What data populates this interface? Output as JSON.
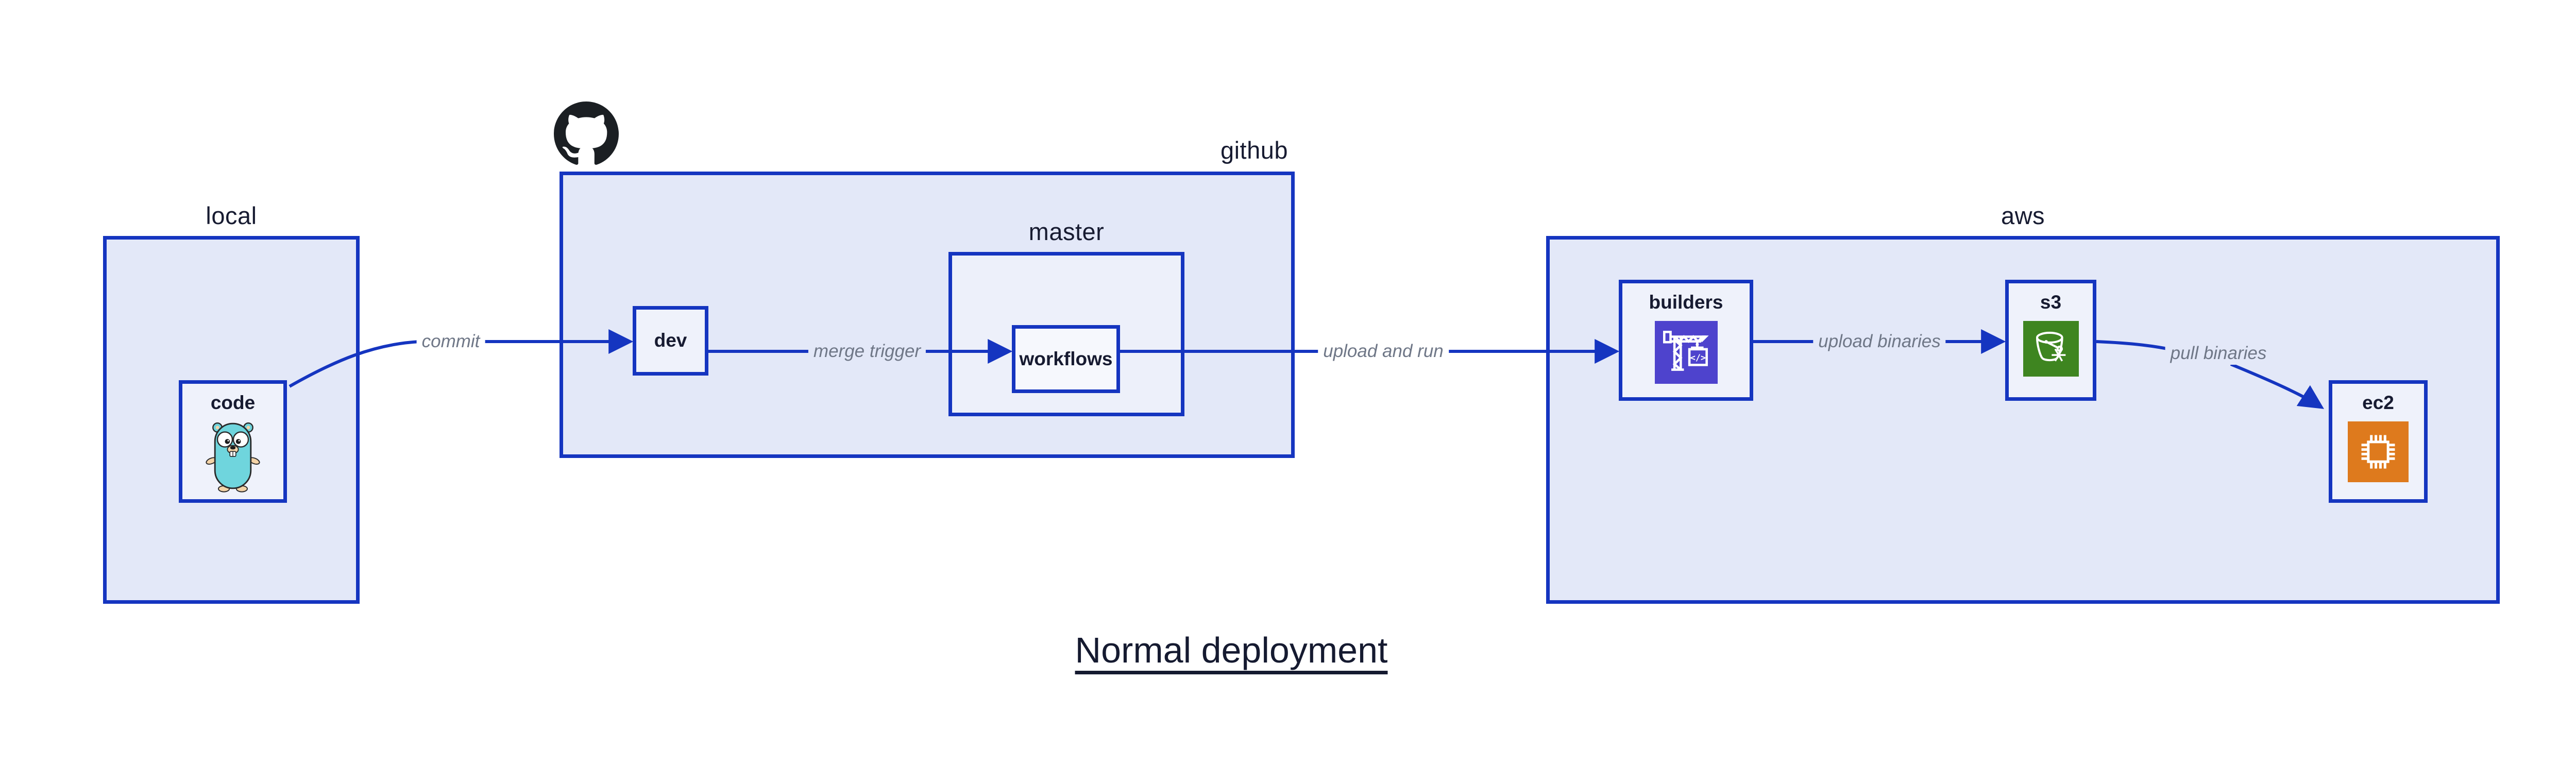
{
  "title": "Normal deployment",
  "containers": {
    "local": {
      "label": "local"
    },
    "github": {
      "label": "github"
    },
    "master": {
      "label": "master"
    },
    "aws": {
      "label": "aws"
    }
  },
  "nodes": {
    "code": {
      "label": "code"
    },
    "dev": {
      "label": "dev"
    },
    "workflows": {
      "label": "workflows"
    },
    "builders": {
      "label": "builders"
    },
    "s3": {
      "label": "s3"
    },
    "ec2": {
      "label": "ec2"
    }
  },
  "edges": {
    "commit": {
      "label": "commit"
    },
    "merge_trigger": {
      "label": "merge trigger"
    },
    "upload_and_run": {
      "label": "upload and run"
    },
    "upload_binaries": {
      "label": "upload binaries"
    },
    "pull_binaries": {
      "label": "pull binaries"
    }
  },
  "icons": {
    "github_logo": "github-octocat-icon",
    "code_node": "go-gopher-icon",
    "builders_node": "aws-codebuild-crane-icon",
    "s3_node": "aws-s3-glacier-bucket-icon",
    "ec2_node": "aws-ec2-chip-icon",
    "builders_code_glyph": "</>"
  },
  "colors": {
    "line-blue": "#1535c0",
    "container-fill": "#e3e8f8",
    "subcontainer-fill": "#edf0fa",
    "node-fill": "#eff2fb",
    "node-fill-light": "#f6f8fd",
    "navy-text": "#171b31",
    "edge-label-gray": "#6f7787",
    "builders-icon-bg": "#4e43cd",
    "s3-icon-bg": "#3e8520",
    "ec2-icon-bg": "#de7a1d",
    "github-black": "#1b1f23"
  }
}
